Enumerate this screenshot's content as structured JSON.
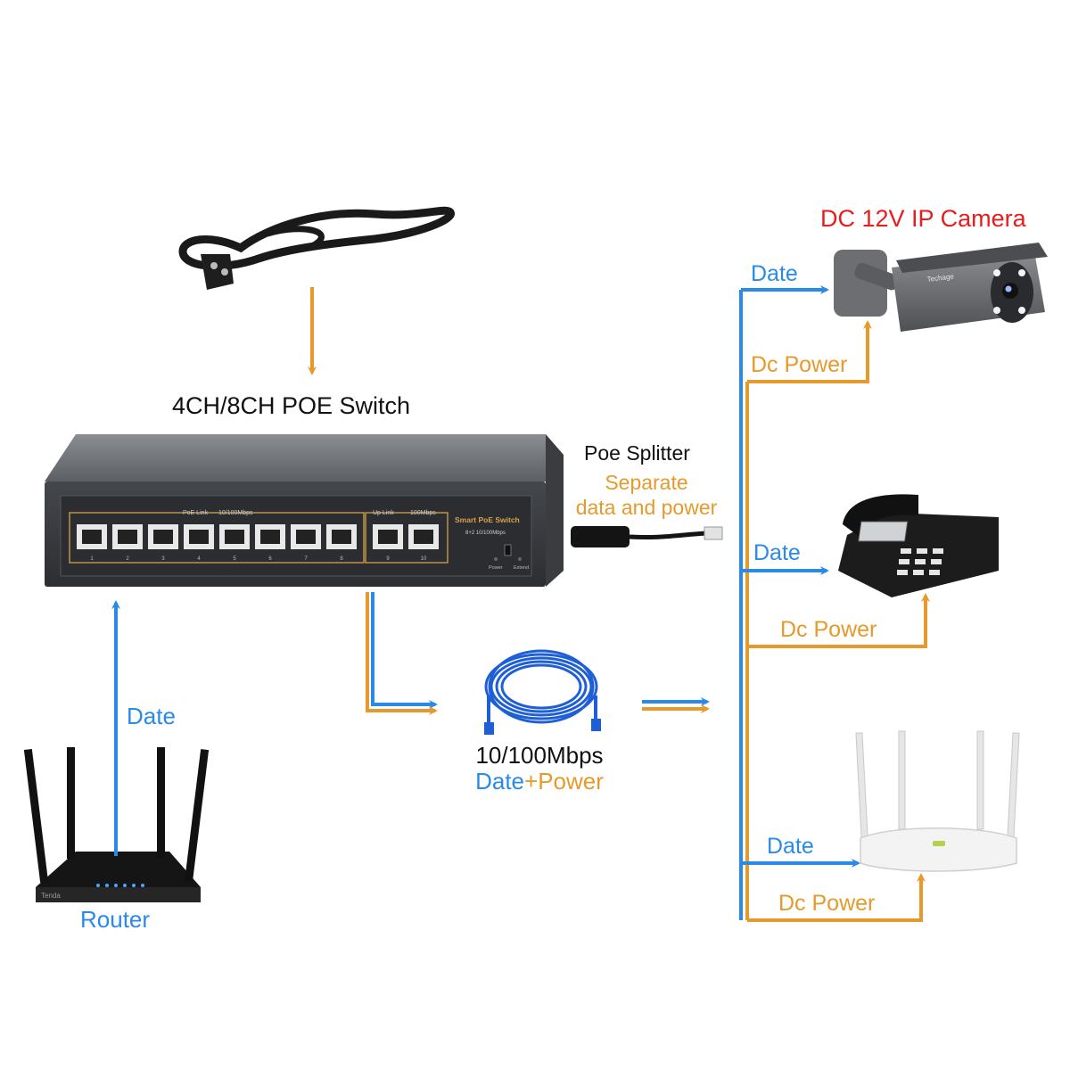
{
  "colors": {
    "data": "#2a8ae8",
    "power": "#e79a2c",
    "title": "#e81d1d",
    "text": "#111111"
  },
  "switch": {
    "title": "4CH/8CH POE Switch",
    "brand": "Smart PoE Switch",
    "poe_link": "PoE Link",
    "speed": "10/100Mbps",
    "uplink": "Up Link",
    "uplink_speed": "100Mbps",
    "ports_note": "8+2 10/100Mbps",
    "power_led": "Power",
    "extend_led": "Extend",
    "port_numbers": [
      "1",
      "2",
      "3",
      "4",
      "5",
      "6",
      "7",
      "8",
      "9",
      "10"
    ]
  },
  "splitter": {
    "title": "Poe Splitter",
    "line1": "Separate",
    "line2": "data and power"
  },
  "cable": {
    "speed": "10/100Mbps",
    "date": "Date",
    "plus": "+",
    "power": "Power"
  },
  "router": {
    "label": "Router",
    "date": "Date",
    "brand": "Tenda"
  },
  "camera": {
    "title": "DC 12V IP Camera",
    "date": "Date",
    "power": "Dc Power",
    "brand": "Techage"
  },
  "phone": {
    "date": "Date",
    "power": "Dc Power"
  },
  "wifi_router": {
    "date": "Date",
    "power": "Dc Power"
  }
}
